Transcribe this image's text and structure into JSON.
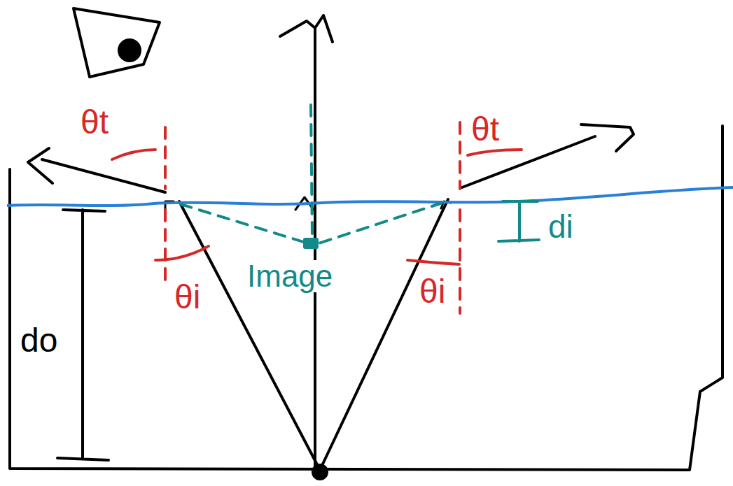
{
  "diagram": {
    "labels": [
      "θt",
      "θt",
      "θi",
      "θi",
      "Image",
      "do",
      "di"
    ]
  }
}
